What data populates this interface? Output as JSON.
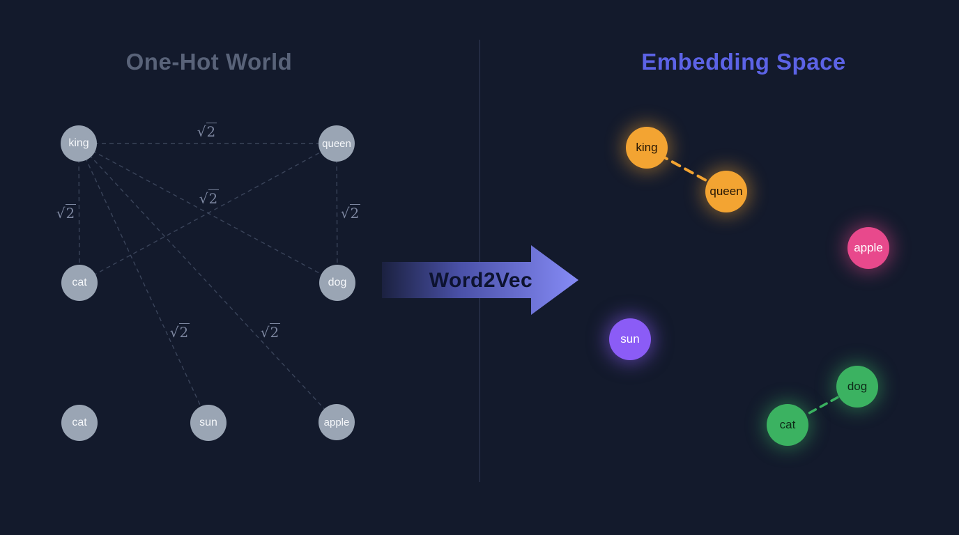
{
  "background_color": "#131a2c",
  "divider_color": "#333c58",
  "left_panel": {
    "title": "One-Hot World",
    "title_color": "#596379",
    "node_color": "#9aa5b4",
    "node_text_color": "#f5f7fa",
    "edge_label": {
      "radical": "√",
      "radicand": "2",
      "value": "√2"
    },
    "nodes": [
      {
        "id": "king",
        "label": "king"
      },
      {
        "id": "queen",
        "label": "queen"
      },
      {
        "id": "cat",
        "label": "cat"
      },
      {
        "id": "dog",
        "label": "dog"
      },
      {
        "id": "cat2",
        "label": "cat"
      },
      {
        "id": "sun",
        "label": "sun"
      },
      {
        "id": "apple",
        "label": "apple"
      }
    ],
    "edges": [
      {
        "from": "king",
        "to": "queen",
        "label": "√2"
      },
      {
        "from": "king",
        "to": "cat",
        "label": "√2"
      },
      {
        "from": "king",
        "to": "dog",
        "label": "√2"
      },
      {
        "from": "king",
        "to": "sun",
        "label": "√2"
      },
      {
        "from": "king",
        "to": "apple",
        "label": "√2"
      },
      {
        "from": "cat",
        "to": "queen",
        "label": "√2"
      },
      {
        "from": "queen",
        "to": "dog",
        "label": "√2"
      }
    ]
  },
  "arrow": {
    "label": "Word2Vec",
    "gradient_start": "#1b2140",
    "gradient_end": "#868bf6",
    "text_color": "#0d1330"
  },
  "right_panel": {
    "title": "Embedding Space",
    "title_color": "#5c63e6",
    "nodes": [
      {
        "id": "king",
        "label": "king",
        "color": "#f3a432"
      },
      {
        "id": "queen",
        "label": "queen",
        "color": "#f3a432"
      },
      {
        "id": "apple",
        "label": "apple",
        "color": "#e8498c"
      },
      {
        "id": "sun",
        "label": "sun",
        "color": "#8b5cf6"
      },
      {
        "id": "dog",
        "label": "dog",
        "color": "#3bb261"
      },
      {
        "id": "cat",
        "label": "cat",
        "color": "#3bb261"
      }
    ],
    "connections": [
      {
        "from": "king",
        "to": "queen",
        "color": "#f3a432"
      },
      {
        "from": "cat",
        "to": "dog",
        "color": "#3bb261"
      }
    ]
  }
}
